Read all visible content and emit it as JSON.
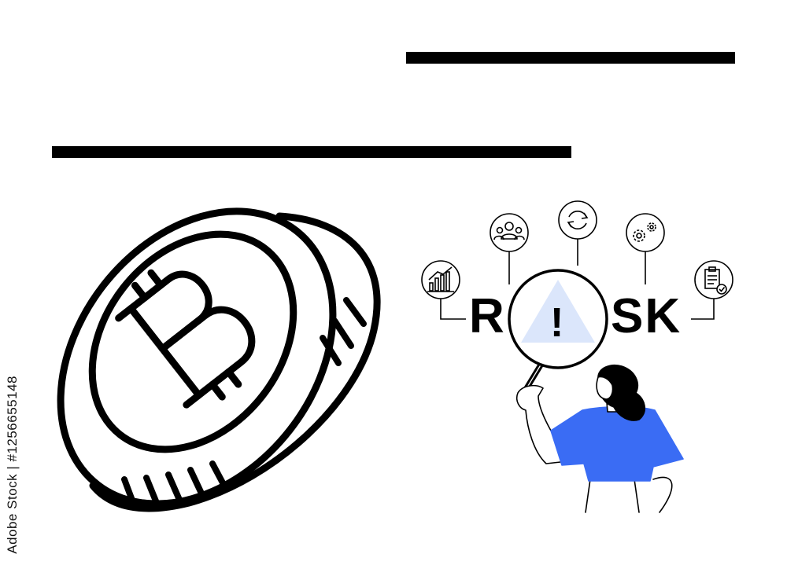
{
  "scene": {
    "word_left": "R",
    "word_right": "SK",
    "alert_symbol": "!",
    "watermark_id": "Adobe Stock | #1256655148"
  },
  "colors": {
    "line": "#000000",
    "accent_blue": "#3a6cf4",
    "triangle_fill": "#dbe6fb",
    "background": "#ffffff"
  },
  "icons": [
    "bar-chart-icon",
    "team-icon",
    "refresh-icon",
    "gears-icon",
    "checklist-icon"
  ]
}
